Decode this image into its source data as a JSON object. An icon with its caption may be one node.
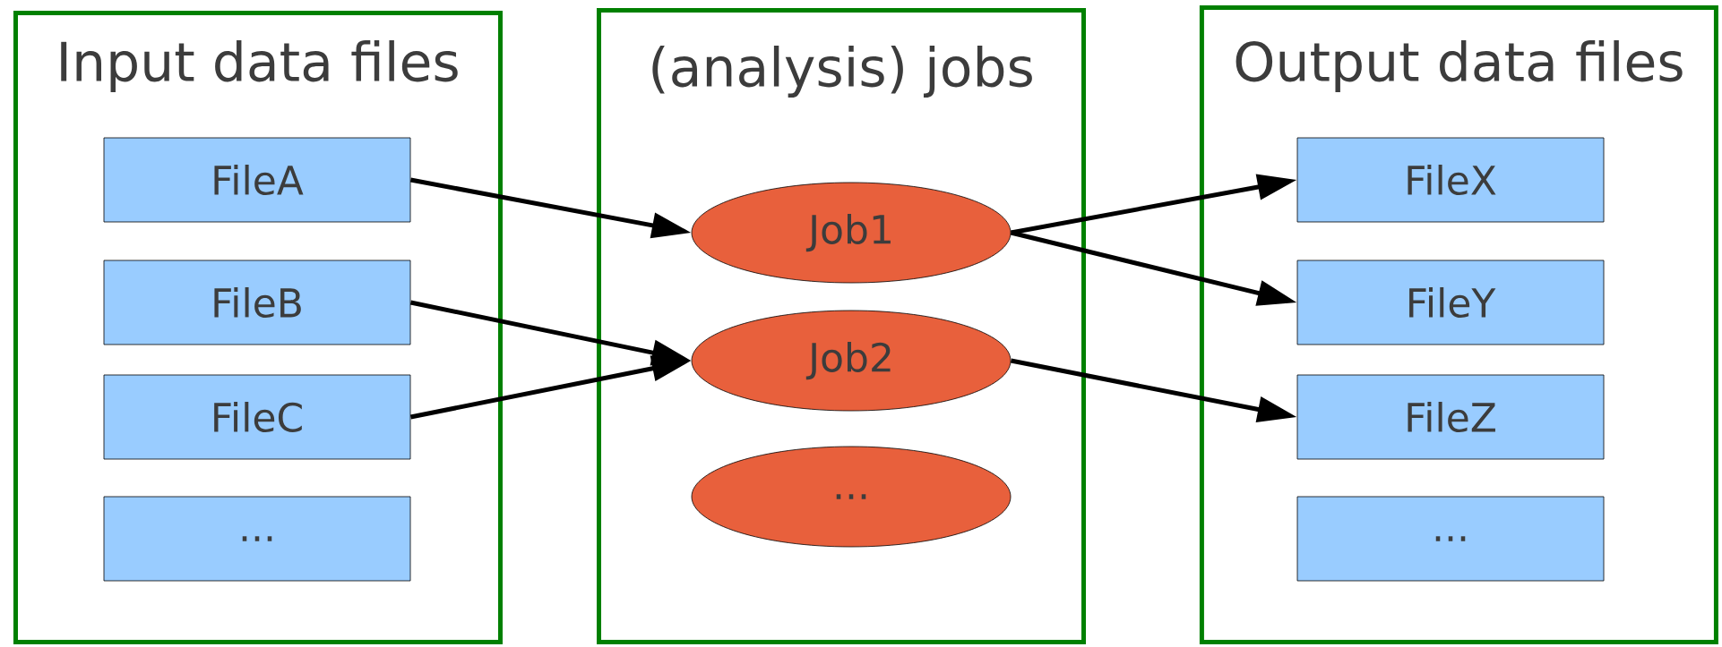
{
  "diagram": {
    "nodes": [
      {
        "text": [
          "Input data files"
        ]
      },
      {
        "text": [
          "FileA"
        ],
        "in": 0
      },
      {
        "text": [
          "FileB"
        ],
        "in": 0
      },
      {
        "text": [
          "FileC"
        ],
        "in": 0
      },
      {
        "text": [
          "..."
        ],
        "in": 0
      },
      {
        "text": [
          "(analysis) jobs"
        ]
      },
      {
        "text": [
          "Job1"
        ],
        "in": 5
      },
      {
        "text": [
          "Job2"
        ],
        "in": 5
      },
      {
        "text": [
          "..."
        ],
        "in": 5
      },
      {
        "text": [
          "Output data files"
        ]
      },
      {
        "text": [
          "FileX"
        ],
        "in": 9
      },
      {
        "text": [
          "FileY"
        ],
        "in": 9
      },
      {
        "text": [
          "FileZ"
        ],
        "in": 9
      },
      {
        "text": [
          "..."
        ],
        "in": 9
      }
    ],
    "edges": [
      {
        "from": 1,
        "to": 6,
        "arrow": "to"
      },
      {
        "from": 2,
        "to": 7,
        "arrow": "to"
      },
      {
        "from": 3,
        "to": 7,
        "arrow": "to"
      },
      {
        "from": 6,
        "to": 10,
        "arrow": "to"
      },
      {
        "from": 6,
        "to": 11,
        "arrow": "to"
      },
      {
        "from": 7,
        "to": 12,
        "arrow": "to"
      }
    ]
  }
}
